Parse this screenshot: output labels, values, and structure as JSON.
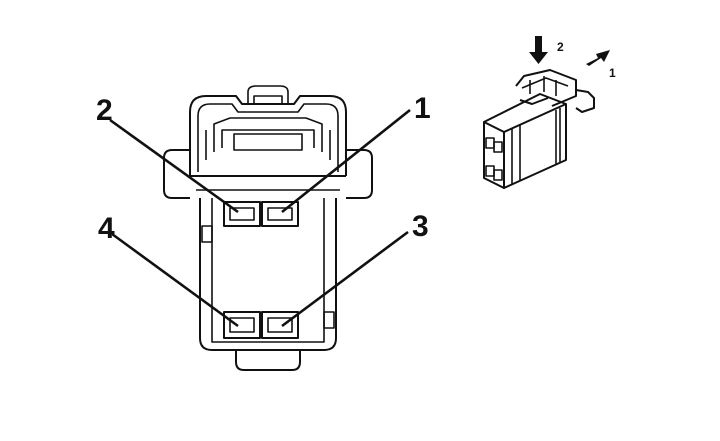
{
  "main_view": {
    "pin_labels": [
      {
        "id": "pin-1",
        "text": "1"
      },
      {
        "id": "pin-2",
        "text": "2"
      },
      {
        "id": "pin-3",
        "text": "3"
      },
      {
        "id": "pin-4",
        "text": "4"
      }
    ]
  },
  "release_inset": {
    "step_labels": [
      {
        "id": "step-1",
        "text": "1",
        "icon": "arrow-diagonal-icon"
      },
      {
        "id": "step-2",
        "text": "2",
        "icon": "arrow-down-icon"
      }
    ]
  }
}
